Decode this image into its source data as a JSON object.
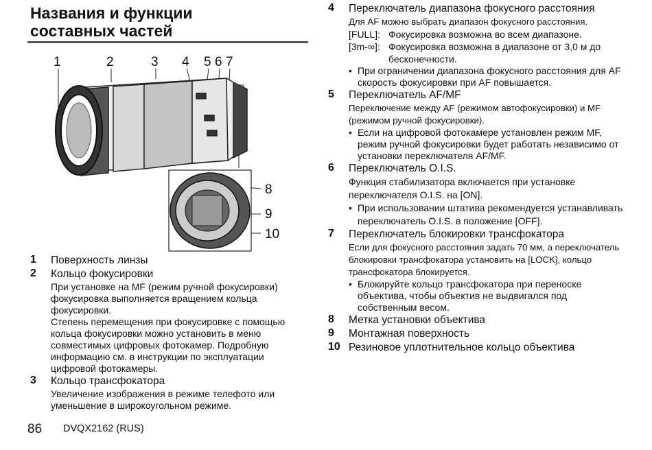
{
  "title": {
    "line1": "Названия и функции",
    "line2": "составных частей"
  },
  "figure_labels": [
    "1",
    "2",
    "3",
    "4",
    "5",
    "6",
    "7",
    "8",
    "9",
    "10"
  ],
  "items_left": [
    {
      "num": "1",
      "heading": "Поверхность линзы",
      "desc": ""
    },
    {
      "num": "2",
      "heading": "Кольцо фокусировки",
      "desc": "При установке на MF (режим ручной фокусировки) фокусировка выполняется вращением кольца фокусировки.\nСтепень перемещения при фокусировке с помощью кольца фокусировки можно установить в меню совместимых цифровых фотокамер. Подробную информацию см. в инструкции по эксплуатации цифровой фотокамеры."
    },
    {
      "num": "3",
      "heading": "Кольцо трансфокатора",
      "desc": "Увеличение изображения в режиме телефото или уменьшение в широкоугольном режиме."
    }
  ],
  "item4": {
    "num": "4",
    "heading": "Переключатель диапазона фокусного расстояния",
    "desc": "Для AF можно выбрать диапазон фокусного расстояния.",
    "opt_full_key": "[FULL]:",
    "opt_full_val": "Фокусировка возможна во всем диапазоне.",
    "opt_3m_key": "[3m-∞]:",
    "opt_3m_val": "Фокусировка возможна в диапазоне от 3,0 м до бесконечности.",
    "bullet": "При ограничении диапазона фокусного расстояния для AF скорость фокусировки при AF повышается."
  },
  "item5": {
    "num": "5",
    "heading": "Переключатель AF/MF",
    "desc": "Переключение между AF (режимом автофокусировки) и MF (режимом ручной фокусировки).",
    "bullet": "Если на цифровой фотокамере установлен режим MF, режим ручной фокусировки будет работать независимо от установки переключателя AF/MF."
  },
  "item6": {
    "num": "6",
    "heading": "Переключатель O.I.S.",
    "desc": "Функция стабилизатора включается при установке переключателя O.I.S. на [ON].",
    "bullet": "При использовании штатива рекомендуется устанавливать переключатель O.I.S. в положение [OFF]."
  },
  "item7": {
    "num": "7",
    "heading": "Переключатель блокировки трансфокатора",
    "desc": "Если для фокусного расстояния задать 70 мм, а переключатель блокировки трансфокатора установить на [LOCK], кольцо трансфокатора блокируется.",
    "bullet": "Блокируйте кольцо трансфокатора при переноске объектива, чтобы объектив не выдвигался под собственным весом."
  },
  "items_tail": [
    {
      "num": "8",
      "heading": "Метка установки объектива"
    },
    {
      "num": "9",
      "heading": "Монтажная поверхность"
    },
    {
      "num": "10",
      "heading": "Резиновое уплотнительное кольцо объектива"
    }
  ],
  "footer": {
    "page": "86",
    "doc": "DVQX2162 (RUS)"
  }
}
